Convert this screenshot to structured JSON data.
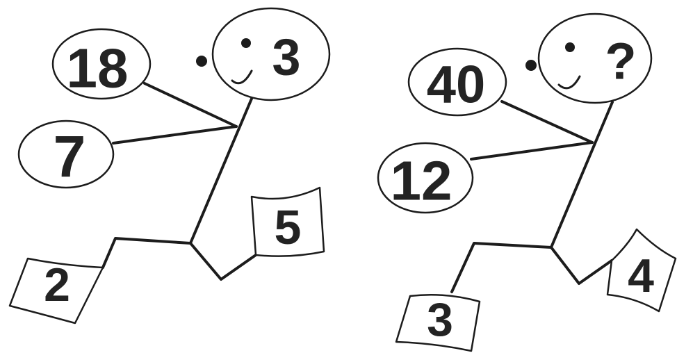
{
  "figures": [
    {
      "head_value": "3",
      "upper_balloon": "18",
      "lower_balloon": "7",
      "back_foot": "2",
      "front_foot": "5"
    },
    {
      "head_value": "?",
      "upper_balloon": "40",
      "lower_balloon": "12",
      "back_foot": "3",
      "front_foot": "4"
    }
  ]
}
